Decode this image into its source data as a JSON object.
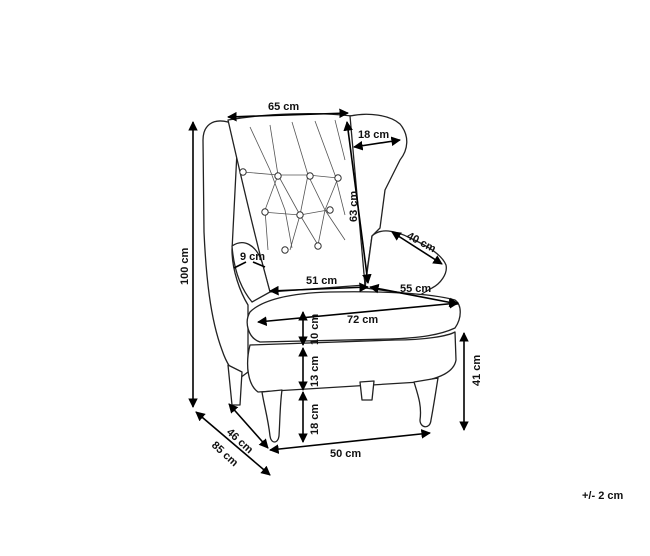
{
  "dimensions": {
    "width_top": "65 cm",
    "wing_width": "18 cm",
    "back_height": "63 cm",
    "armrest_depth": "40 cm",
    "arm_inset": "9 cm",
    "seat_width_inner": "51 cm",
    "seat_depth": "55 cm",
    "total_width": "72 cm",
    "cushion_height": "10 cm",
    "seat_base_height": "13 cm",
    "leg_height": "18 cm",
    "total_height": "100 cm",
    "seat_height": "41 cm",
    "depth_inner": "46 cm",
    "total_depth": "85 cm",
    "base_width": "50 cm"
  },
  "tolerance": "+/- 2 cm"
}
